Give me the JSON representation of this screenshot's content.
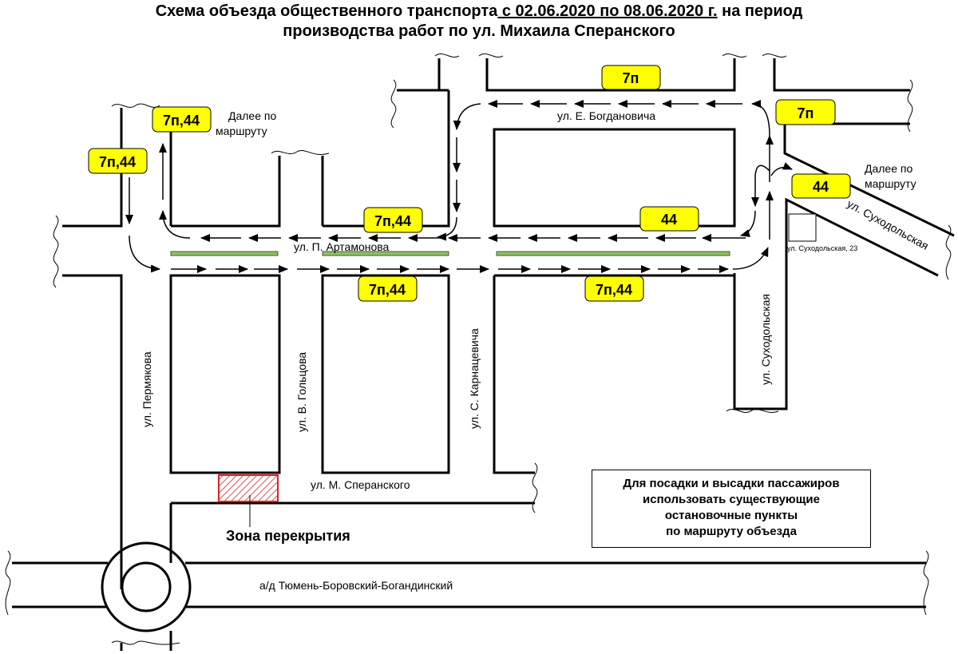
{
  "title": {
    "line1_a": "Схема объезда общественного транспорта",
    "line1_b": " с 02.06.2020 по 08.06.2020 г.",
    "line1_c": " на период",
    "line2": "производства работ по  ул. Михаила Сперанского"
  },
  "streets": {
    "bogdanovicha": "ул. Е. Богдановича",
    "artamonova": "ул. П. Артамонова",
    "suhodolskaya": "ул. Суходольская",
    "suhodolskaya_diag": "ул. Суходольская",
    "permyakova": "ул. Пермякова",
    "goltsova": "ул. В. Гольцова",
    "karnatsevicha": "ул. С. Карнацевича",
    "speranskogo": "ул. М. Сперанского",
    "highway": "а/д Тюмень-Боровский-Богандинский"
  },
  "building_label": "ул. Суходольская, 23",
  "further_left": [
    "Далее по",
    "маршруту"
  ],
  "further_right": [
    "Далее по",
    "маршруту"
  ],
  "badges": {
    "top_left": "7п,44",
    "left": "7п,44",
    "artamonova_mid": "7п,44",
    "artamonova_right": "44",
    "bottom_mid": "7п,44",
    "bottom_right": "7п,44",
    "bogdanovicha_top": "7п",
    "top_right": "7п",
    "right_44": "44"
  },
  "zone_label": "Зона перекрытия",
  "info": [
    "Для посадки и высадки пассажиров",
    "использовать существующие",
    "остановочные пункты",
    "по маршруту объезда"
  ],
  "colors": {
    "badge_fill": "#ffff00",
    "median_fill": "#8dc35f",
    "zone_stroke": "#e02020",
    "zone_hatch": "#e05050"
  }
}
